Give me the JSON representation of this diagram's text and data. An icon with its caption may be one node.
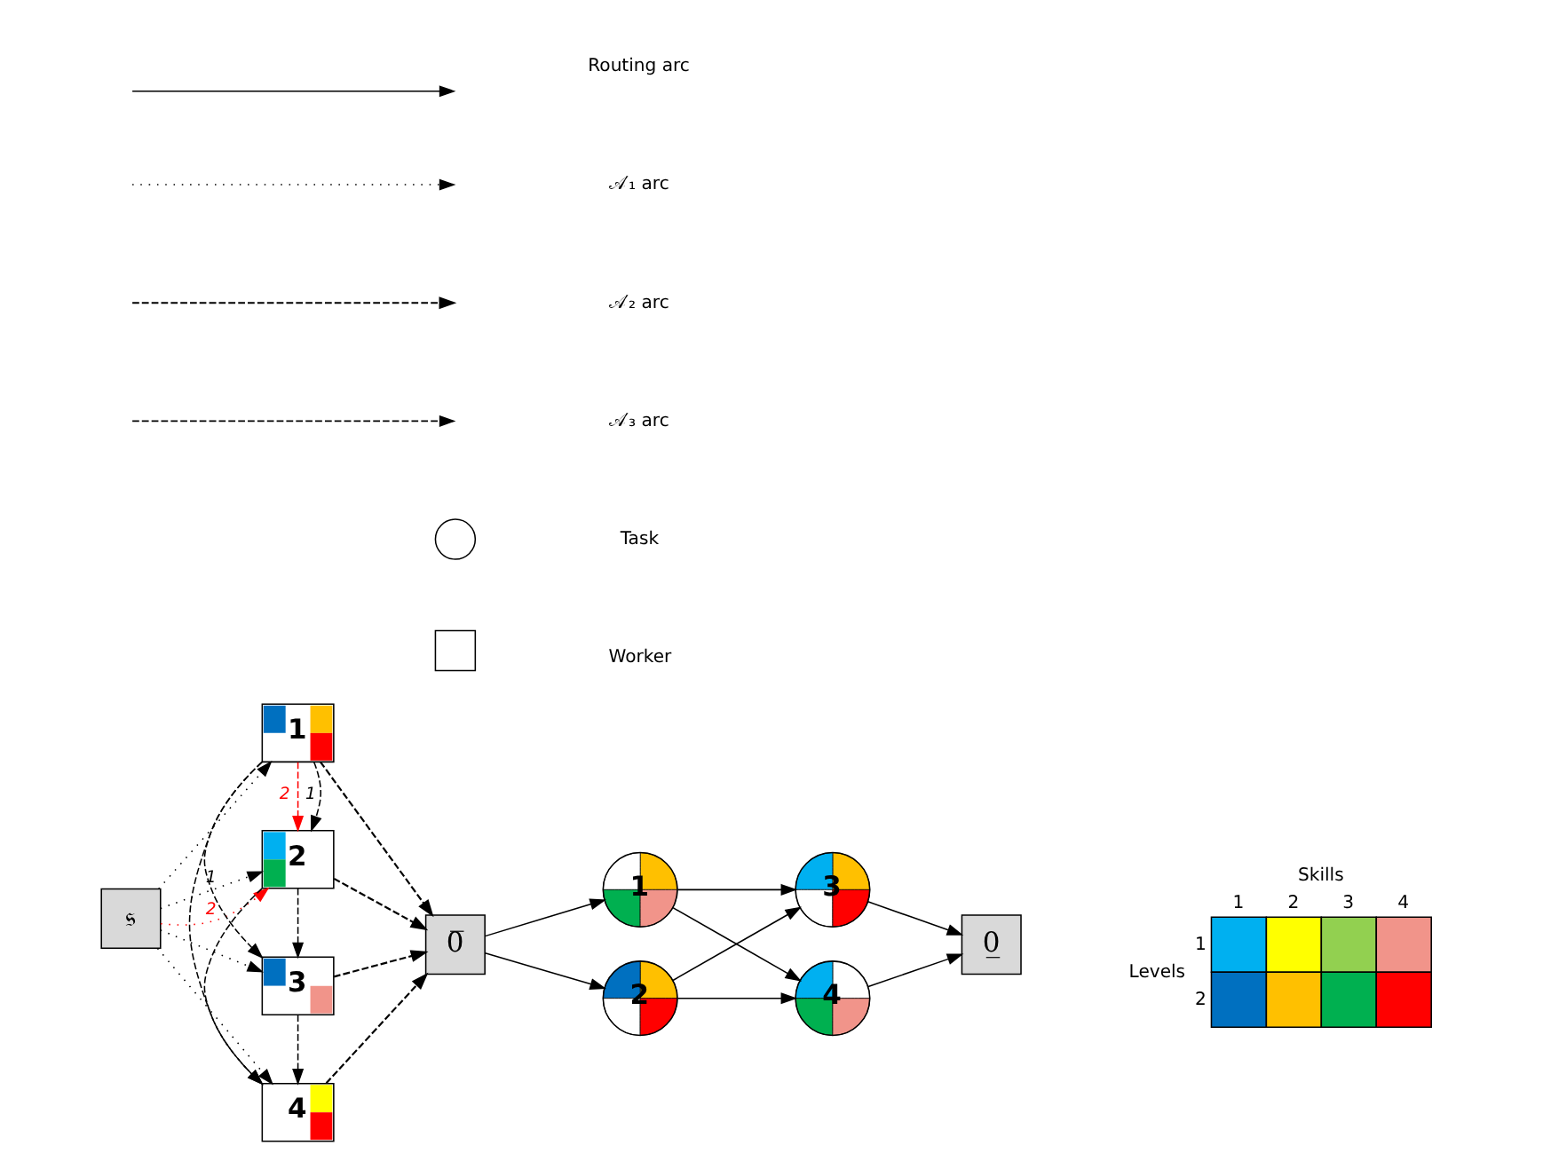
{
  "diagram": {
    "nodes": [
      {
        "text": [
          "𝔰"
        ]
      },
      {
        "text": [
          "1"
        ]
      },
      {
        "text": [
          "2"
        ]
      },
      {
        "text": [
          "3"
        ]
      },
      {
        "text": [
          "4"
        ]
      },
      {
        "text": [
          "0̅"
        ]
      },
      {
        "text": [
          "1"
        ]
      },
      {
        "text": [
          "2"
        ]
      },
      {
        "text": [
          "3"
        ]
      },
      {
        "text": [
          "4"
        ]
      },
      {
        "text": [
          "0̲"
        ]
      },
      {
        "text": [],
        "shape": "circle"
      },
      {
        "text": [],
        "shape": "box"
      }
    ],
    "edges": [
      {
        "from": 0,
        "to": 1,
        "arrow": "to",
        "style": "dashed"
      },
      {
        "from": 0,
        "to": 2,
        "arrow": "to",
        "style": "dashed",
        "label": "2",
        "color": "#ff0000"
      },
      {
        "from": 0,
        "to": 2,
        "arrow": "to",
        "style": "dashed",
        "label": "1"
      },
      {
        "from": 0,
        "to": 3,
        "arrow": "to",
        "style": "dashed"
      },
      {
        "from": 0,
        "to": 4,
        "arrow": "to",
        "style": "dashed"
      },
      {
        "from": 1,
        "to": 2,
        "arrow": "to",
        "style": "dashed",
        "label": "2",
        "color": "#ff0000"
      },
      {
        "from": 1,
        "to": 2,
        "arrow": "to",
        "style": "dashed",
        "label": "1"
      },
      {
        "from": 1,
        "to": 3,
        "arrow": "to",
        "style": "dashed"
      },
      {
        "from": 1,
        "to": 4,
        "arrow": "to",
        "style": "dashed"
      },
      {
        "from": 2,
        "to": 3,
        "arrow": "to",
        "style": "dashed"
      },
      {
        "from": 2,
        "to": 4,
        "arrow": "to",
        "style": "dashed"
      },
      {
        "from": 3,
        "to": 4,
        "arrow": "to",
        "style": "dashed"
      },
      {
        "from": 1,
        "to": 5,
        "arrow": "to",
        "style": "dashed"
      },
      {
        "from": 2,
        "to": 5,
        "arrow": "to",
        "style": "dashed"
      },
      {
        "from": 3,
        "to": 5,
        "arrow": "to",
        "style": "dashed"
      },
      {
        "from": 4,
        "to": 5,
        "arrow": "to",
        "style": "dashed"
      },
      {
        "from": 5,
        "to": 6,
        "arrow": "to"
      },
      {
        "from": 5,
        "to": 7,
        "arrow": "to"
      },
      {
        "from": 6,
        "to": 8,
        "arrow": "to"
      },
      {
        "from": 6,
        "to": 9,
        "arrow": "to"
      },
      {
        "from": 7,
        "to": 8,
        "arrow": "to"
      },
      {
        "from": 7,
        "to": 9,
        "arrow": "to"
      },
      {
        "from": 8,
        "to": 10,
        "arrow": "to"
      },
      {
        "from": 9,
        "to": 10,
        "arrow": "to"
      }
    ],
    "labels": [
      "Skills",
      "1",
      "2",
      "3",
      "4",
      "Levels",
      "1",
      "2"
    ],
    "legend": [
      {
        "text": "Routing arc"
      },
      {
        "text": "𝒜′₁ arc"
      },
      {
        "text": "𝒜′₂ arc"
      },
      {
        "text": "𝒜′₃ arc"
      },
      {
        "text": "Task"
      },
      {
        "text": "Worker"
      }
    ]
  }
}
